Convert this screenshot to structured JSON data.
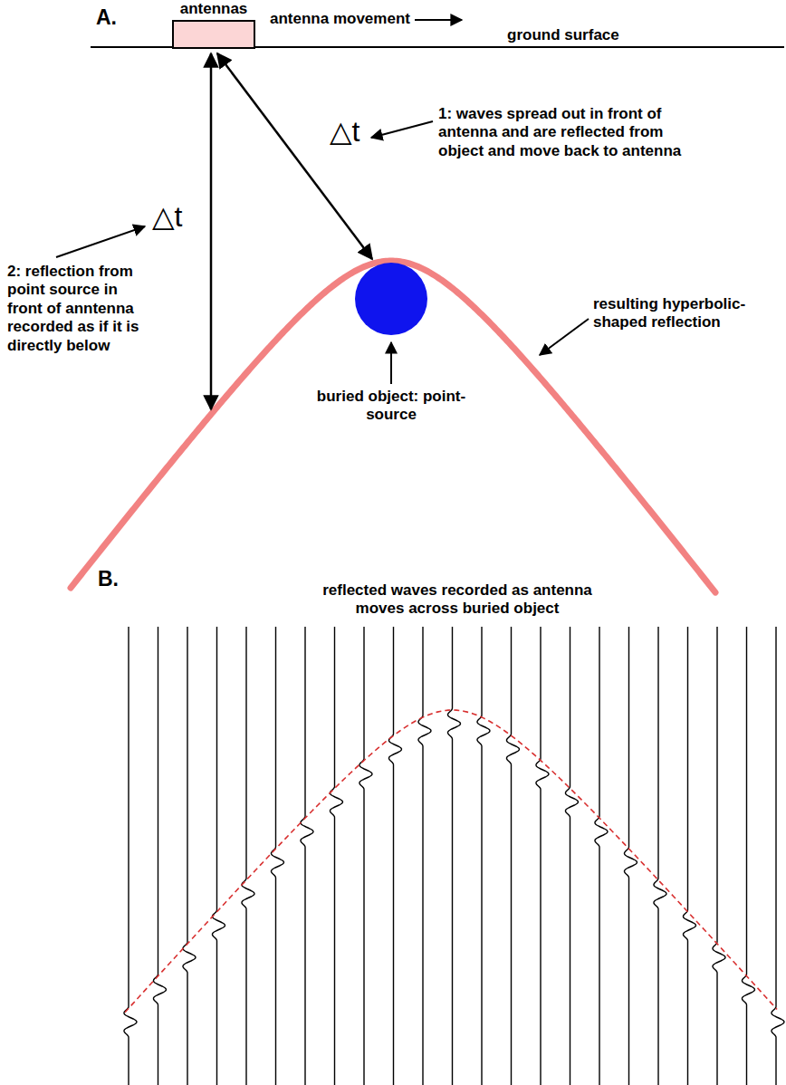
{
  "diagram": {
    "nodes": [
      {
        "text": [
          "antennas"
        ]
      }
    ],
    "labels": [
      "A.",
      "antenna movement",
      "ground surface",
      "△t",
      "1: waves spread out in front of antenna and are reflected from object and move back to antenna",
      "△t",
      "2: reflection from point source in front of anntenna recorded as if it is directly below",
      "resulting hyperbolic-shaped reflection",
      "buried object: point-source",
      "B.",
      "reflected waves recorded as antenna moves across buried object"
    ]
  }
}
